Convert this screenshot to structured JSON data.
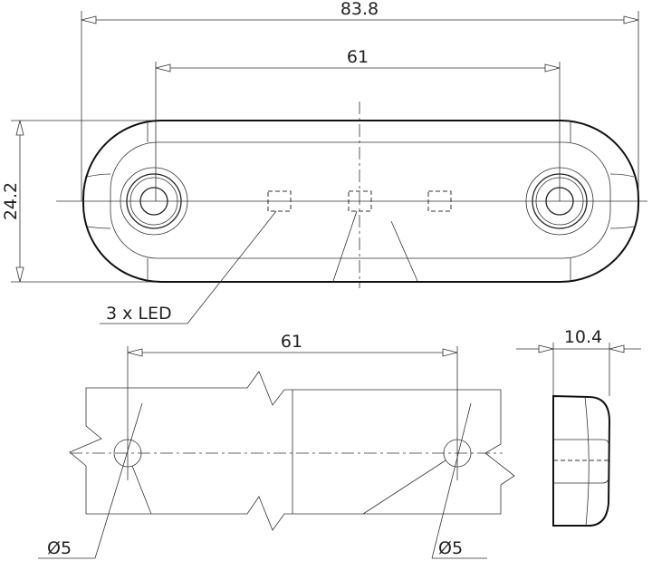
{
  "top_view": {
    "overall_length": "83.8",
    "hole_spacing": "61",
    "height": "24.2",
    "led_label": "3 x LED"
  },
  "bottom_view": {
    "hole_spacing": "61",
    "hole_diameter_left": "Ø5",
    "hole_diameter_right": "Ø5"
  },
  "side_view": {
    "depth": "10.4"
  }
}
